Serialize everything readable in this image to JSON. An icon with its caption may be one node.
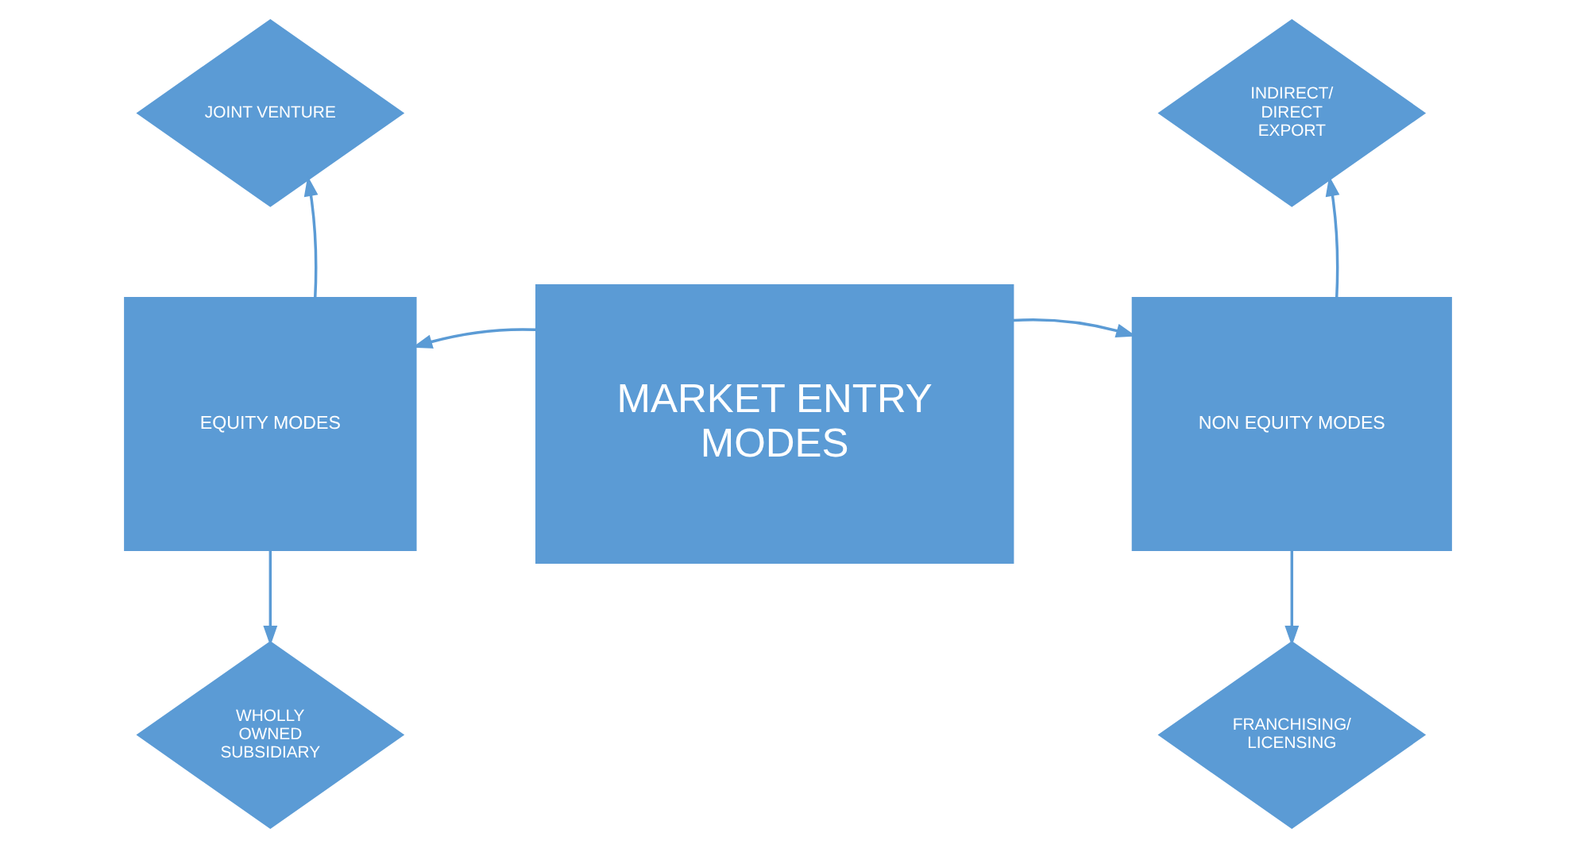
{
  "diagram": {
    "nodes": [
      {
        "text": [
          "JOINT VENTURE"
        ]
      },
      {
        "text": [
          "INDIRECT/ DIRECT EXPORT"
        ]
      },
      {
        "text": [
          "EQUITY MODES"
        ]
      },
      {
        "text": [
          "MARKET ENTRY MODES"
        ]
      },
      {
        "text": [
          "NON EQUITY MODES"
        ]
      },
      {
        "text": [
          "WHOLLY OWNED SUBSIDIARY"
        ]
      },
      {
        "text": [
          "FRANCHISING/ LICENSING"
        ]
      }
    ],
    "edges": [
      {
        "from": 3,
        "to": 2,
        "arrow": "to"
      },
      {
        "from": 3,
        "to": 4,
        "arrow": "to"
      },
      {
        "from": 2,
        "to": 0,
        "arrow": "to"
      },
      {
        "from": 2,
        "to": 5,
        "arrow": "to"
      },
      {
        "from": 4,
        "to": 1,
        "arrow": "to"
      },
      {
        "from": 4,
        "to": 6,
        "arrow": "to"
      }
    ]
  }
}
